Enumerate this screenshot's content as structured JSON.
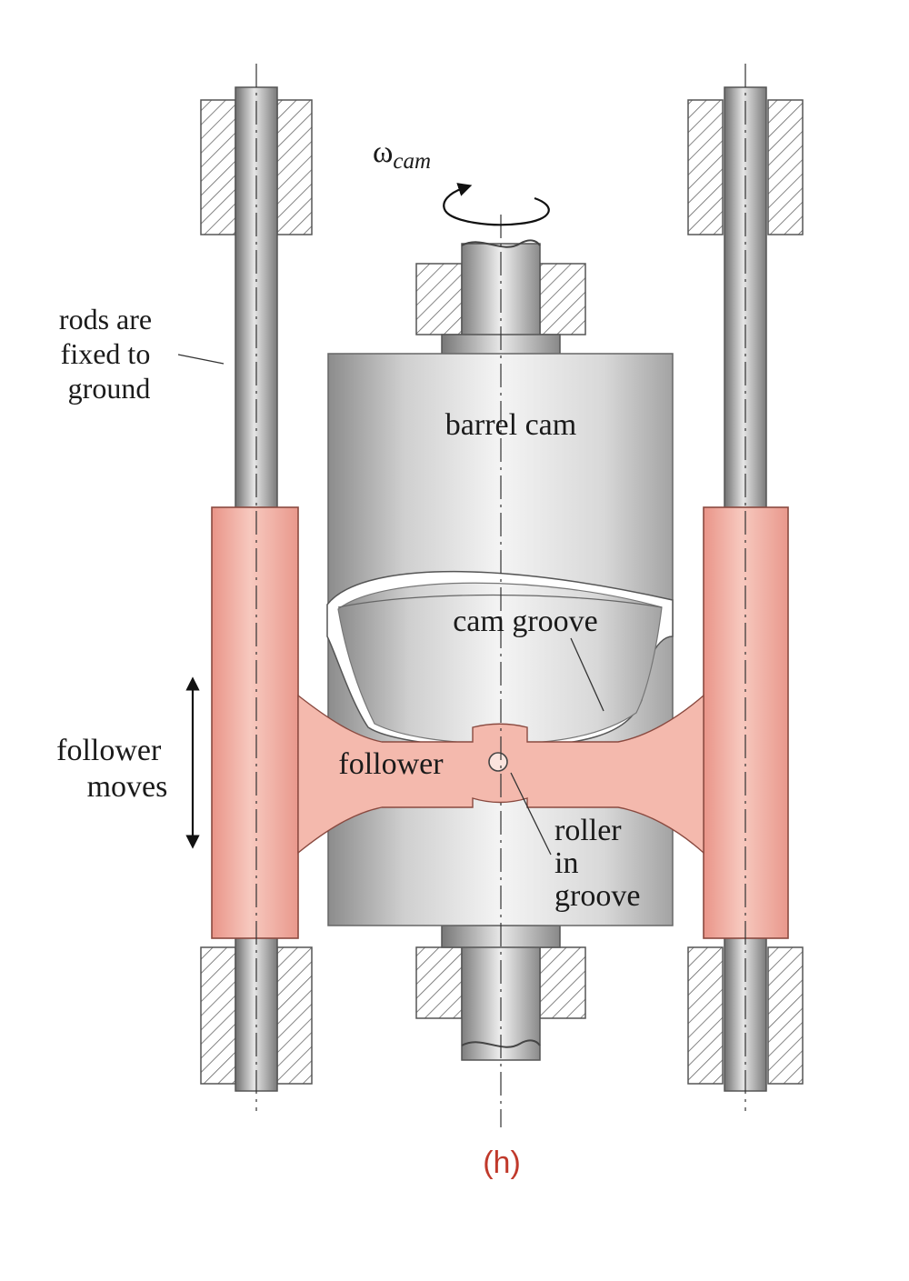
{
  "labels": {
    "omega_symbol": "ω",
    "omega_subscript": "cam",
    "rods_line1": "rods are",
    "rods_line2": "fixed to",
    "rods_line3": "ground",
    "barrel_cam": "barrel cam",
    "cam_groove": "cam groove",
    "follower_moves_line1": "follower",
    "follower_moves_line2": "moves",
    "follower": "follower",
    "roller_line1": "roller",
    "roller_line2": "in",
    "roller_line3": "groove",
    "figure_tag": "(h)"
  },
  "colors": {
    "follower_fill": "#f3b6aa",
    "follower_edge": "#c0504d",
    "figure_tag": "#c0392b",
    "steel_dark": "#8a8a8a",
    "steel_light": "#f2f2f2"
  }
}
